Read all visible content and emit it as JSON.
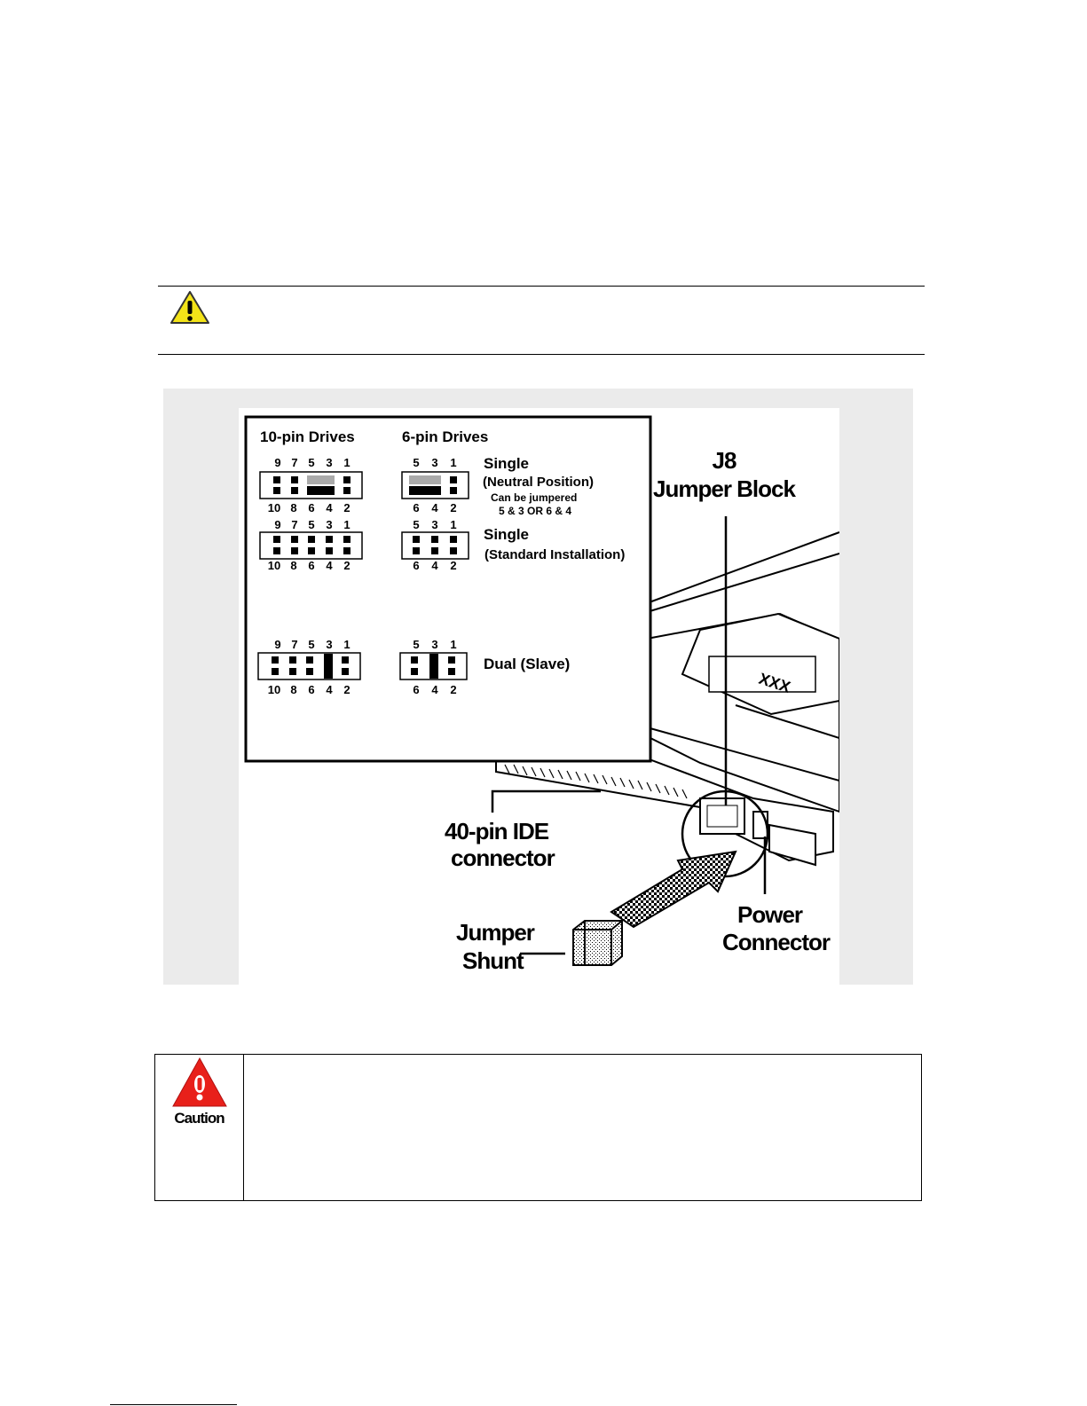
{
  "warning_icon": "warning-triangle-icon",
  "caution_icon": "caution-triangle-icon",
  "caution_label": "Caution",
  "diagram": {
    "header_10pin": "10-pin Drives",
    "header_6pin": "6-pin Drives",
    "pins_10_top": [
      "9",
      "7",
      "5",
      "3",
      "1"
    ],
    "pins_10_bottom": [
      "10",
      "8",
      "6",
      "4",
      "2"
    ],
    "pins_6_top": [
      "5",
      "3",
      "1"
    ],
    "pins_6_bottom": [
      "6",
      "4",
      "2"
    ],
    "row1_title": "Single",
    "row1_sub": "(Neutral Position)",
    "row1_note1": "Can be jumpered",
    "row1_note2": "5 & 3 OR 6 & 4",
    "row2_title": "Single",
    "row2_sub": "(Standard Installation)",
    "row3_title": "Dual (Slave)",
    "j8_line1": "J8",
    "j8_line2": "Jumper Block",
    "ide_line1": "40-pin IDE",
    "ide_line2": "connector",
    "power_line1": "Power",
    "power_line2": "Connector",
    "shunt_line1": "Jumper",
    "shunt_line2": "Shunt"
  }
}
